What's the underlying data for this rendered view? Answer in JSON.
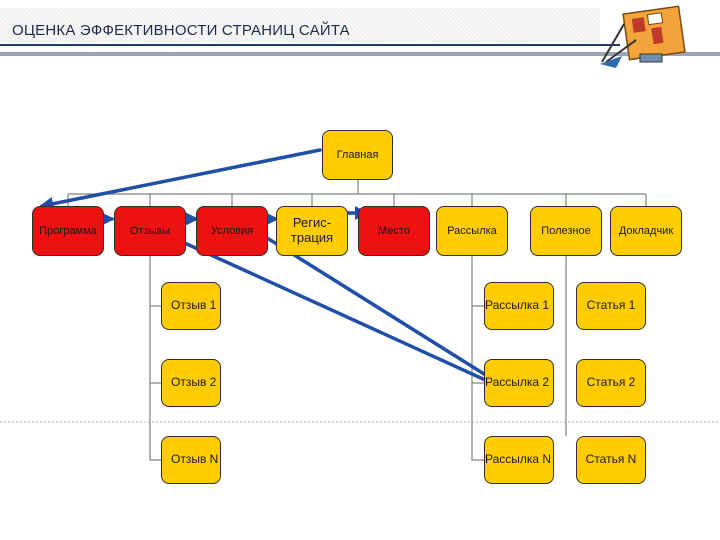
{
  "header": {
    "title": "ОЦЕНКА ЭФФЕКТИВНОСТИ СТРАНИЦ САЙТА"
  },
  "root": {
    "label": "Главная"
  },
  "level1": [
    {
      "label": "Программа",
      "color": "red"
    },
    {
      "label": "Отзывы",
      "color": "red"
    },
    {
      "label": "Условия",
      "color": "red"
    },
    {
      "label": "Регис-\nтрация",
      "color": "yellow"
    },
    {
      "label": "Место",
      "color": "red"
    },
    {
      "label": "Рассылка",
      "color": "yellow"
    },
    {
      "label": "Полезное",
      "color": "yellow"
    },
    {
      "label": "Докладчик",
      "color": "yellow"
    }
  ],
  "reviews": [
    "Отзыв 1",
    "Отзыв 2",
    "Отзыв N"
  ],
  "mailings": [
    "Рассылка 1",
    "Рассылка 2",
    "Рассылка N"
  ],
  "articles": [
    "Статья 1",
    "Статья 2",
    "Статья N"
  ],
  "colors": {
    "red_node": "#ee1111",
    "yellow_node": "#ffcc00",
    "arrow": "#1f4fa8",
    "connector": "#808080",
    "header_text": "#1d2b4a"
  }
}
